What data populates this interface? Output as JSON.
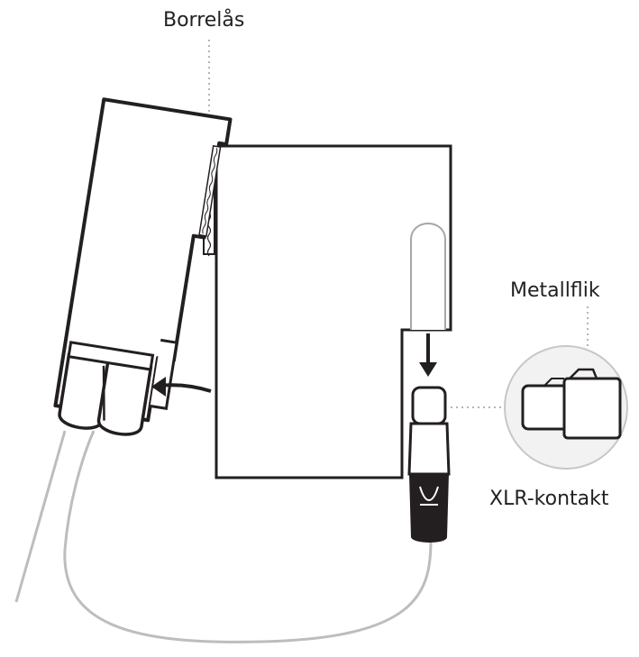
{
  "labels": {
    "velcro": "Borrelås",
    "metal_tab": "Metallflik",
    "xlr_connector": "XLR-kontakt"
  },
  "colors": {
    "line": "#231f20",
    "cable": "#b9b9b9",
    "callout_fill": "#f2f2f2",
    "leader": "#a8a8a8"
  }
}
